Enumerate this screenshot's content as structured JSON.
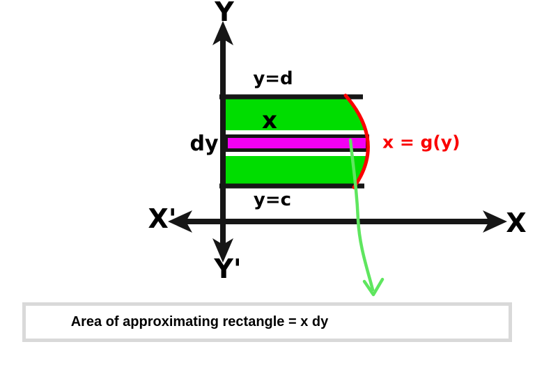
{
  "diagram": {
    "axis_labels": {
      "y_positive": "Y",
      "y_negative": "Y'",
      "x_positive": "X",
      "x_negative": "X'"
    },
    "bounds": {
      "top": "y=d",
      "bottom": "y=c"
    },
    "rectangle": {
      "width_label": "x",
      "thickness_label": "dy"
    },
    "curve_label": "x = g(y)",
    "caption": "Area of approximating rectangle = x dy"
  },
  "colors": {
    "region_green": "#00dd00",
    "rect_magenta": "#f400f4",
    "curve_red": "#fa0000",
    "pointer_green": "#5fe65f",
    "axis_black": "#161616",
    "box_border_gray": "#d9d9d9",
    "text_black": "#000000"
  }
}
